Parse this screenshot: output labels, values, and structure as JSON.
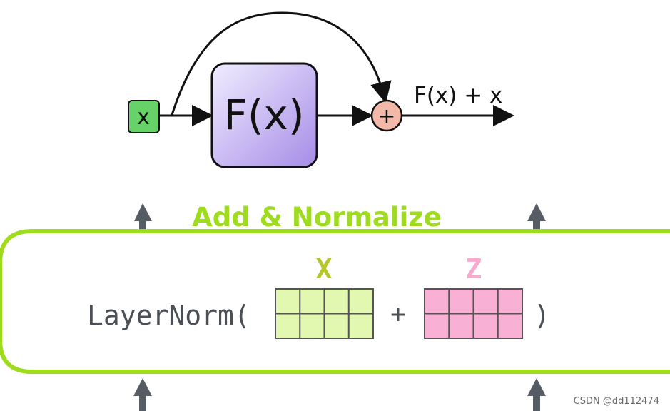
{
  "residual": {
    "input_label": "x",
    "function_label": "F(x)",
    "plus_symbol": "+",
    "output_label": "F(x) + x",
    "colors": {
      "input_fill": "#67d267",
      "function_fill_start": "#ece8ff",
      "function_fill_end": "#a78de8",
      "plus_fill": "#f4b8a8"
    }
  },
  "add_normalize": {
    "title": "Add & Normalize",
    "layernorm_text": "LayerNorm(",
    "plus_text": "+",
    "close_paren": ")",
    "matrix_x": {
      "label": "X",
      "rows": 2,
      "cols": 4,
      "fill": "#e2f7b0",
      "label_color": "#b5c82a"
    },
    "matrix_z": {
      "label": "Z",
      "rows": 2,
      "cols": 4,
      "fill": "#f8b1d4",
      "label_color": "#f7a9cf"
    },
    "colors": {
      "border": "#9fdc20",
      "title": "#9fdc20",
      "arrow": "#565c63"
    }
  },
  "watermark": "CSDN @dd112474"
}
